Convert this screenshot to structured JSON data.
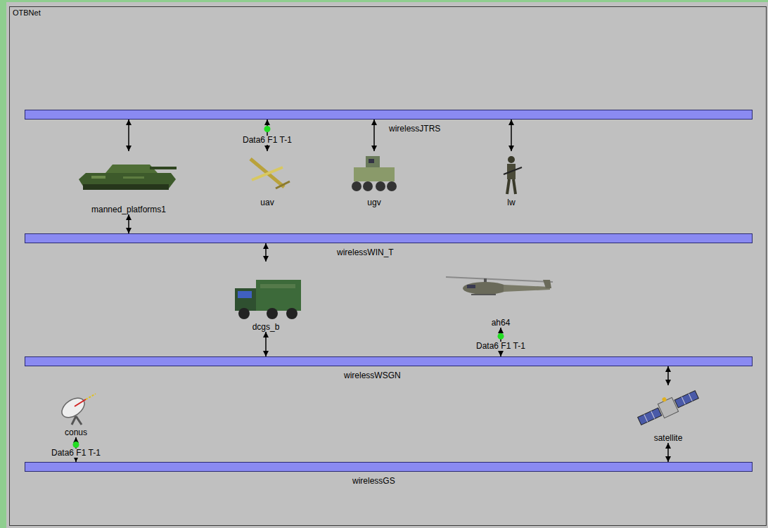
{
  "diagram": {
    "title": "OTBNet",
    "nodes": [
      {
        "text": [
          "wirelessJTRS"
        ]
      },
      {
        "text": [
          "manned_platforms1"
        ]
      },
      {
        "text": [
          "uav"
        ]
      },
      {
        "text": [
          "ugv"
        ]
      },
      {
        "text": [
          "lw"
        ]
      },
      {
        "text": [
          "wirelessWIN_T"
        ]
      },
      {
        "text": [
          "dcgs_b"
        ]
      },
      {
        "text": [
          "ah64"
        ]
      },
      {
        "text": [
          "wirelessWSGN"
        ]
      },
      {
        "text": [
          "conus"
        ]
      },
      {
        "text": [
          "satellite"
        ]
      },
      {
        "text": [
          "wirelessGS"
        ]
      }
    ],
    "edges": [
      {
        "from": 0,
        "to": 1,
        "arrow": "both"
      },
      {
        "from": 1,
        "to": 5,
        "arrow": "both"
      },
      {
        "from": 0,
        "to": 2,
        "arrow": "both",
        "label": "Data6 F1 T-1"
      },
      {
        "from": 0,
        "to": 3,
        "arrow": "both"
      },
      {
        "from": 0,
        "to": 4,
        "arrow": "both"
      },
      {
        "from": 5,
        "to": 6,
        "arrow": "both"
      },
      {
        "from": 6,
        "to": 8,
        "arrow": "both"
      },
      {
        "from": 7,
        "to": 8,
        "arrow": "both",
        "label": "Data6 F1 T-1"
      },
      {
        "from": 8,
        "to": 10,
        "arrow": "both"
      },
      {
        "from": 9,
        "to": 11,
        "arrow": "both",
        "label": "Data6 F1 T-1"
      },
      {
        "from": 10,
        "to": 11,
        "arrow": "both"
      }
    ]
  }
}
